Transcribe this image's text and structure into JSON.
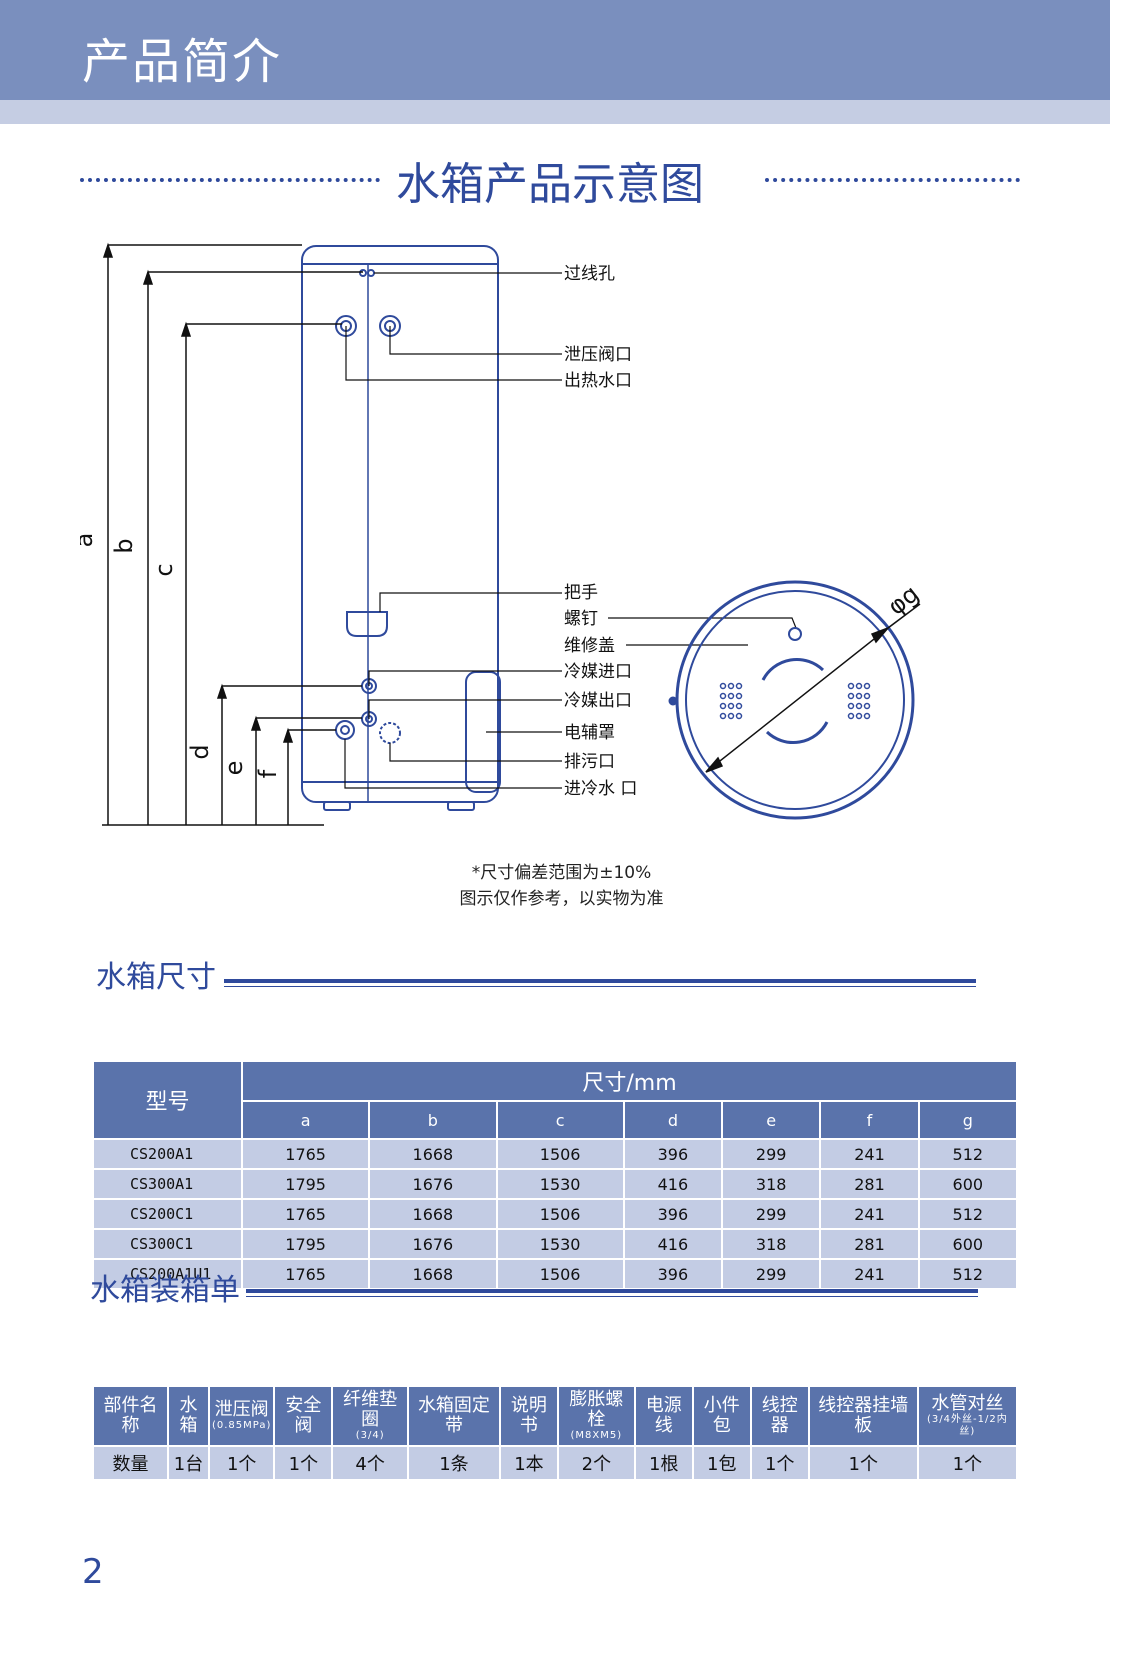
{
  "header": {
    "title": "产品简介"
  },
  "section": {
    "title": "水箱产品示意图"
  },
  "diagram": {
    "callouts": [
      "过线孔",
      "泄压阀口",
      "出热水口",
      "把手",
      "螺钉",
      "维修盖",
      "冷媒进口",
      "冷媒出口",
      "电辅罩",
      "排污口",
      "进冷水 口"
    ],
    "dims": [
      "a",
      "b",
      "c",
      "d",
      "e",
      "f"
    ],
    "dia_label": "φg"
  },
  "note": {
    "line1": "*尺寸偏差范围为±10%",
    "line2": "图示仅作参考，以实物为准"
  },
  "dimensions": {
    "title": "水箱尺寸",
    "model_header": "型号",
    "size_header": "尺寸/mm",
    "columns": [
      "a",
      "b",
      "c",
      "d",
      "e",
      "f",
      "g"
    ],
    "rows": [
      {
        "model": "CS200A1",
        "values": [
          "1765",
          "1668",
          "1506",
          "396",
          "299",
          "241",
          "512"
        ]
      },
      {
        "model": "CS300A1",
        "values": [
          "1795",
          "1676",
          "1530",
          "416",
          "318",
          "281",
          "600"
        ]
      },
      {
        "model": "CS200C1",
        "values": [
          "1765",
          "1668",
          "1506",
          "396",
          "299",
          "241",
          "512"
        ]
      },
      {
        "model": "CS300C1",
        "values": [
          "1795",
          "1676",
          "1530",
          "416",
          "318",
          "281",
          "600"
        ]
      },
      {
        "model": "CS200A1U1",
        "values": [
          "1765",
          "1668",
          "1506",
          "396",
          "299",
          "241",
          "512"
        ]
      }
    ]
  },
  "packing": {
    "title": "水箱装箱单",
    "headers": [
      {
        "label": "部件名称",
        "sub": ""
      },
      {
        "label": "水箱",
        "sub": ""
      },
      {
        "label": "泄压阀",
        "sub": "(0.85MPa)"
      },
      {
        "label": "安全阀",
        "sub": ""
      },
      {
        "label": "纤维垫圈",
        "sub": "(3/4)"
      },
      {
        "label": "水箱固定带",
        "sub": ""
      },
      {
        "label": "说明书",
        "sub": ""
      },
      {
        "label": "膨胀螺栓",
        "sub": "(M8XM5)"
      },
      {
        "label": "电源线",
        "sub": ""
      },
      {
        "label": "小件包",
        "sub": ""
      },
      {
        "label": "线控器",
        "sub": ""
      },
      {
        "label": "线控器挂墙板",
        "sub": ""
      },
      {
        "label": "水管对丝",
        "sub": "(3/4外丝-1/2内丝)"
      }
    ],
    "quantities": [
      "数量",
      "1台",
      "1个",
      "1个",
      "4个",
      "1条",
      "1本",
      "2个",
      "1根",
      "1包",
      "1个",
      "1个",
      "1个"
    ]
  },
  "page_number": "2",
  "colors": {
    "header": "#7a8fbe",
    "strip": "#c5cde3",
    "accent": "#2f4a9c",
    "table_head": "#5a73ab",
    "table_body": "#c3cce4"
  }
}
